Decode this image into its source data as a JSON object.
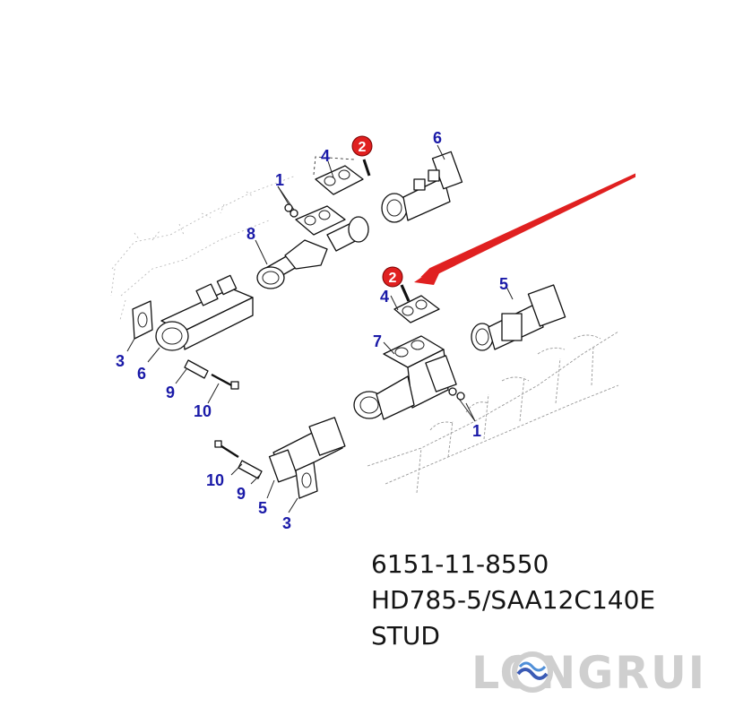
{
  "diagram": {
    "callouts": {
      "upper_group": {
        "label_1": "1",
        "label_2": "2",
        "label_3": "3",
        "label_4": "4",
        "label_6a": "6",
        "label_6b": "6",
        "label_8": "8",
        "label_9": "9",
        "label_10": "10"
      },
      "lower_group": {
        "label_1": "1",
        "label_2": "2",
        "label_3": "3",
        "label_4": "4",
        "label_5a": "5",
        "label_5b": "5",
        "label_7": "7",
        "label_9": "9",
        "label_10": "10"
      }
    },
    "highlight_color": "#e02020",
    "callout_color": "#1a1aa8"
  },
  "part_info": {
    "part_number": "6151-11-8550",
    "model": "HD785-5/SAA12C140E",
    "part_name": "STUD"
  },
  "watermark": {
    "text": "LONGRUI",
    "icon": "wave-logo-icon"
  }
}
